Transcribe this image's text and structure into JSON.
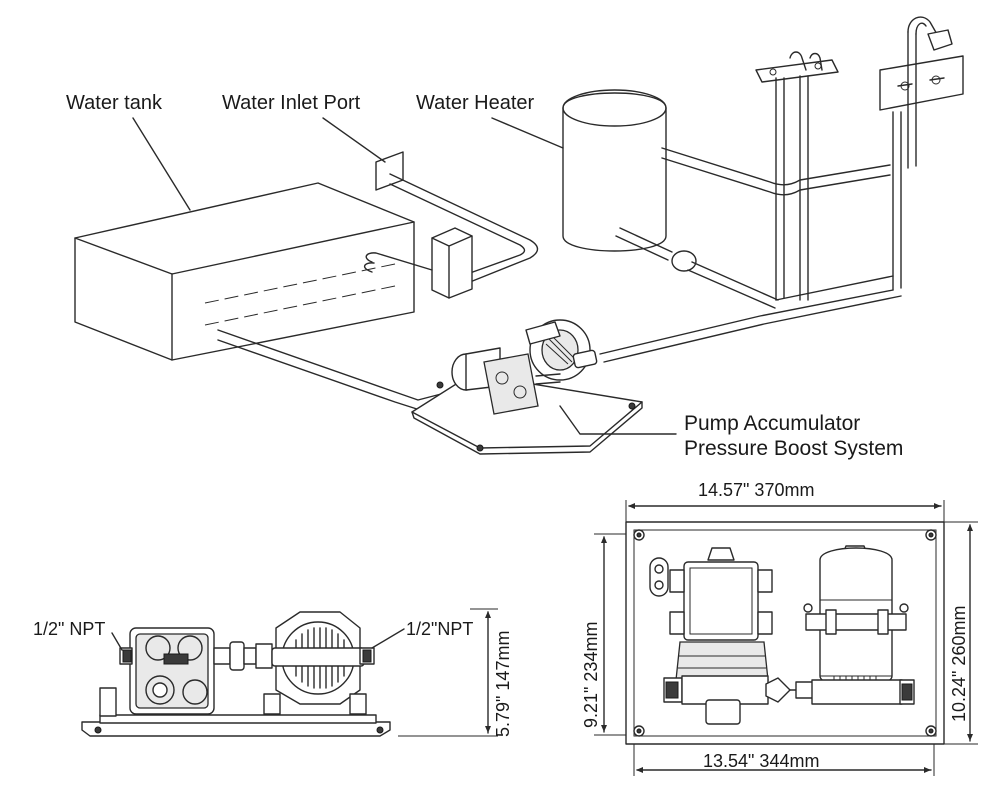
{
  "callouts": {
    "water_tank": "Water tank",
    "water_inlet_port": "Water Inlet Port",
    "water_heater": "Water Heater",
    "pump_line1": "Pump Accumulator",
    "pump_line2": "Pressure Boost System"
  },
  "side_view": {
    "left_port": "1/2\" NPT",
    "right_port": "1/2\"NPT",
    "height": "5.79\" 147mm"
  },
  "top_view": {
    "outer_width": "14.57\" 370mm",
    "inner_width": "13.54\" 344mm",
    "inner_height": "9.21\" 234mm",
    "outer_height": "10.24\" 260mm"
  }
}
